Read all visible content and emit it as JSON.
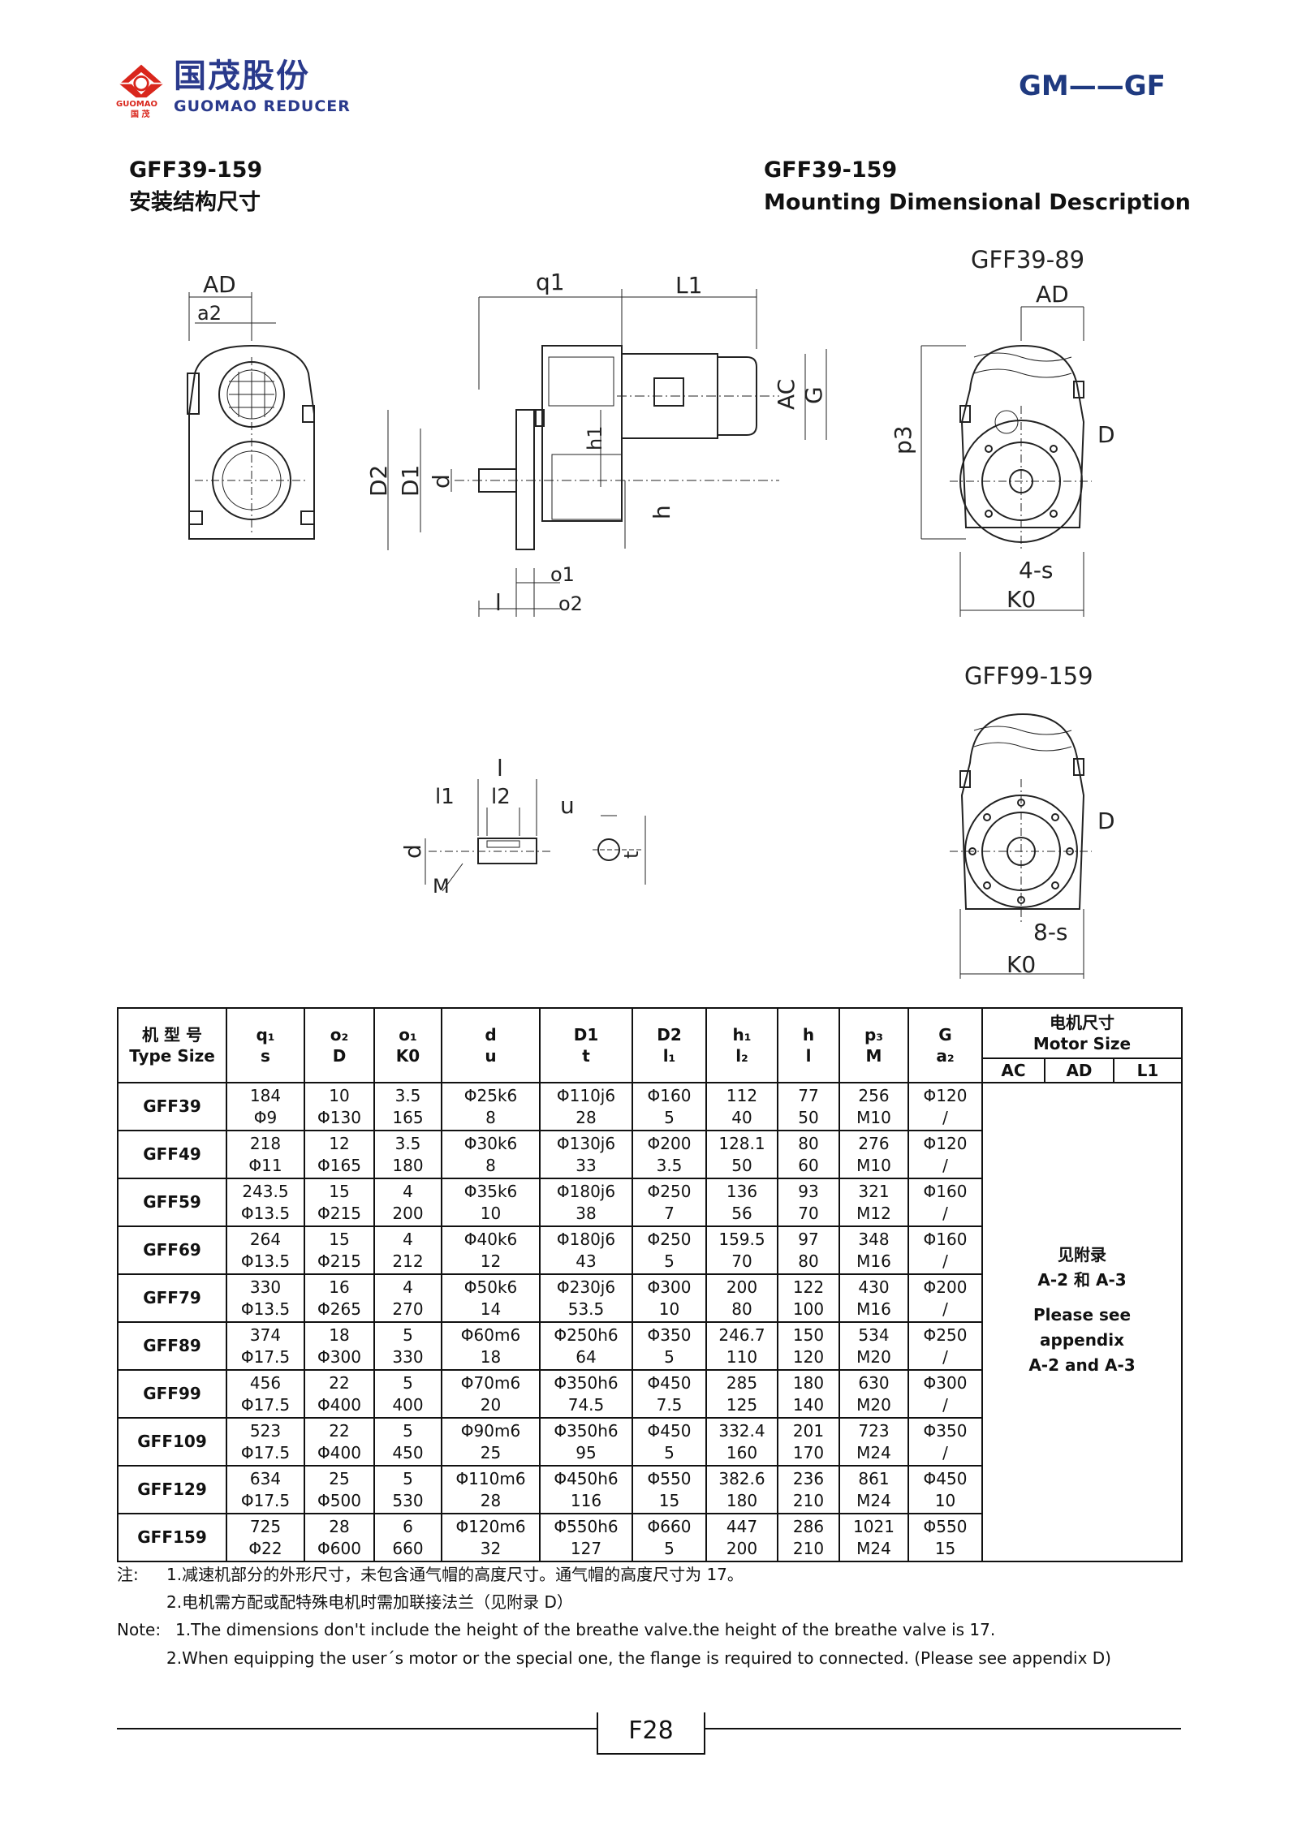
{
  "header": {
    "logo_cn": "国茂股份",
    "logo_en": "GUOMAO REDUCER",
    "logo_mark_text": "GUOMAO",
    "logo_mark_cn": "国 茂",
    "series": "GM——GF"
  },
  "titles": {
    "left_model": "GFF39-159",
    "left_desc": "安装结构尺寸",
    "right_model": "GFF39-159",
    "right_desc": "Mounting Dimensional Description"
  },
  "drawings": {
    "front": {
      "ad": "AD",
      "a2": "a2"
    },
    "side": {
      "q1": "q1",
      "l1": "L1",
      "ac": "AC",
      "g": "G",
      "h1": "h1",
      "h": "h",
      "d2": "D2",
      "d1": "D1",
      "d": "d",
      "o1": "o1",
      "o2": "o2",
      "l": "l"
    },
    "top_right": {
      "caption": "GFF39-89",
      "ad": "AD",
      "d": "D",
      "p3": "p3",
      "holes": "4-s",
      "k0": "K0"
    },
    "bottom_right": {
      "caption": "GFF99-159",
      "d": "D",
      "holes": "8-s",
      "k0": "K0"
    },
    "shaft": {
      "l": "l",
      "l1": "l1",
      "l2": "l2",
      "u": "u",
      "t": "t",
      "d": "d",
      "m": "M"
    }
  },
  "table": {
    "headers": [
      {
        "top": "机 型 号",
        "bottom": "Type Size"
      },
      {
        "top": "q₁",
        "bottom": "s"
      },
      {
        "top": "o₂",
        "bottom": "D"
      },
      {
        "top": "o₁",
        "bottom": "K0"
      },
      {
        "top": "d",
        "bottom": "u"
      },
      {
        "top": "D1",
        "bottom": "t"
      },
      {
        "top": "D2",
        "bottom": "l₁"
      },
      {
        "top": "h₁",
        "bottom": "l₂"
      },
      {
        "top": "h",
        "bottom": "l"
      },
      {
        "top": "p₃",
        "bottom": "M"
      },
      {
        "top": "G",
        "bottom": "a₂"
      }
    ],
    "motor_header": {
      "cn": "电机尺寸",
      "en": "Motor Size",
      "sub": [
        "AC",
        "AD",
        "L1"
      ]
    },
    "motor_note": {
      "cn1": "见附录",
      "cn2": "A-2 和 A-3",
      "en1": "Please see",
      "en2": "appendix",
      "en3": "A-2 and A-3"
    },
    "rows": [
      {
        "type": "GFF39",
        "cells": [
          [
            "184",
            "Φ9"
          ],
          [
            "10",
            "Φ130"
          ],
          [
            "3.5",
            "165"
          ],
          [
            "Φ25k6",
            "8"
          ],
          [
            "Φ110j6",
            "28"
          ],
          [
            "Φ160",
            "5"
          ],
          [
            "112",
            "40"
          ],
          [
            "77",
            "50"
          ],
          [
            "256",
            "M10"
          ],
          [
            "Φ120",
            "/"
          ]
        ]
      },
      {
        "type": "GFF49",
        "cells": [
          [
            "218",
            "Φ11"
          ],
          [
            "12",
            "Φ165"
          ],
          [
            "3.5",
            "180"
          ],
          [
            "Φ30k6",
            "8"
          ],
          [
            "Φ130j6",
            "33"
          ],
          [
            "Φ200",
            "3.5"
          ],
          [
            "128.1",
            "50"
          ],
          [
            "80",
            "60"
          ],
          [
            "276",
            "M10"
          ],
          [
            "Φ120",
            "/"
          ]
        ]
      },
      {
        "type": "GFF59",
        "cells": [
          [
            "243.5",
            "Φ13.5"
          ],
          [
            "15",
            "Φ215"
          ],
          [
            "4",
            "200"
          ],
          [
            "Φ35k6",
            "10"
          ],
          [
            "Φ180j6",
            "38"
          ],
          [
            "Φ250",
            "7"
          ],
          [
            "136",
            "56"
          ],
          [
            "93",
            "70"
          ],
          [
            "321",
            "M12"
          ],
          [
            "Φ160",
            "/"
          ]
        ]
      },
      {
        "type": "GFF69",
        "cells": [
          [
            "264",
            "Φ13.5"
          ],
          [
            "15",
            "Φ215"
          ],
          [
            "4",
            "212"
          ],
          [
            "Φ40k6",
            "12"
          ],
          [
            "Φ180j6",
            "43"
          ],
          [
            "Φ250",
            "5"
          ],
          [
            "159.5",
            "70"
          ],
          [
            "97",
            "80"
          ],
          [
            "348",
            "M16"
          ],
          [
            "Φ160",
            "/"
          ]
        ]
      },
      {
        "type": "GFF79",
        "cells": [
          [
            "330",
            "Φ13.5"
          ],
          [
            "16",
            "Φ265"
          ],
          [
            "4",
            "270"
          ],
          [
            "Φ50k6",
            "14"
          ],
          [
            "Φ230j6",
            "53.5"
          ],
          [
            "Φ300",
            "10"
          ],
          [
            "200",
            "80"
          ],
          [
            "122",
            "100"
          ],
          [
            "430",
            "M16"
          ],
          [
            "Φ200",
            "/"
          ]
        ]
      },
      {
        "type": "GFF89",
        "cells": [
          [
            "374",
            "Φ17.5"
          ],
          [
            "18",
            "Φ300"
          ],
          [
            "5",
            "330"
          ],
          [
            "Φ60m6",
            "18"
          ],
          [
            "Φ250h6",
            "64"
          ],
          [
            "Φ350",
            "5"
          ],
          [
            "246.7",
            "110"
          ],
          [
            "150",
            "120"
          ],
          [
            "534",
            "M20"
          ],
          [
            "Φ250",
            "/"
          ]
        ]
      },
      {
        "type": "GFF99",
        "cells": [
          [
            "456",
            "Φ17.5"
          ],
          [
            "22",
            "Φ400"
          ],
          [
            "5",
            "400"
          ],
          [
            "Φ70m6",
            "20"
          ],
          [
            "Φ350h6",
            "74.5"
          ],
          [
            "Φ450",
            "7.5"
          ],
          [
            "285",
            "125"
          ],
          [
            "180",
            "140"
          ],
          [
            "630",
            "M20"
          ],
          [
            "Φ300",
            "/"
          ]
        ]
      },
      {
        "type": "GFF109",
        "cells": [
          [
            "523",
            "Φ17.5"
          ],
          [
            "22",
            "Φ400"
          ],
          [
            "5",
            "450"
          ],
          [
            "Φ90m6",
            "25"
          ],
          [
            "Φ350h6",
            "95"
          ],
          [
            "Φ450",
            "5"
          ],
          [
            "332.4",
            "160"
          ],
          [
            "201",
            "170"
          ],
          [
            "723",
            "M24"
          ],
          [
            "Φ350",
            "/"
          ]
        ]
      },
      {
        "type": "GFF129",
        "cells": [
          [
            "634",
            "Φ17.5"
          ],
          [
            "25",
            "Φ500"
          ],
          [
            "5",
            "530"
          ],
          [
            "Φ110m6",
            "28"
          ],
          [
            "Φ450h6",
            "116"
          ],
          [
            "Φ550",
            "15"
          ],
          [
            "382.6",
            "180"
          ],
          [
            "236",
            "210"
          ],
          [
            "861",
            "M24"
          ],
          [
            "Φ450",
            "10"
          ]
        ]
      },
      {
        "type": "GFF159",
        "cells": [
          [
            "725",
            "Φ22"
          ],
          [
            "28",
            "Φ600"
          ],
          [
            "6",
            "660"
          ],
          [
            "Φ120m6",
            "32"
          ],
          [
            "Φ550h6",
            "127"
          ],
          [
            "Φ660",
            "5"
          ],
          [
            "447",
            "200"
          ],
          [
            "286",
            "210"
          ],
          [
            "1021",
            "M24"
          ],
          [
            "Φ550",
            "15"
          ]
        ]
      }
    ]
  },
  "notes": {
    "cn_label": "注:",
    "cn1": "1.减速机部分的外形尺寸，未包含通气帽的高度尺寸。通气帽的高度尺寸为 17。",
    "cn2": "2.电机需方配或配特殊电机时需加联接法兰（见附录 D）",
    "en_label": "Note:",
    "en1": "1.The dimensions don't include the height of the breathe valve.the height of the breathe valve is 17.",
    "en2": "2.When equipping the user´s motor or the special one, the flange is required to connected.  (Please see appendix D)"
  },
  "footer": {
    "page": "F28"
  },
  "colors": {
    "brand_blue": "#2a3a8c",
    "brand_red": "#d9261c",
    "series": "#1f3a80"
  }
}
